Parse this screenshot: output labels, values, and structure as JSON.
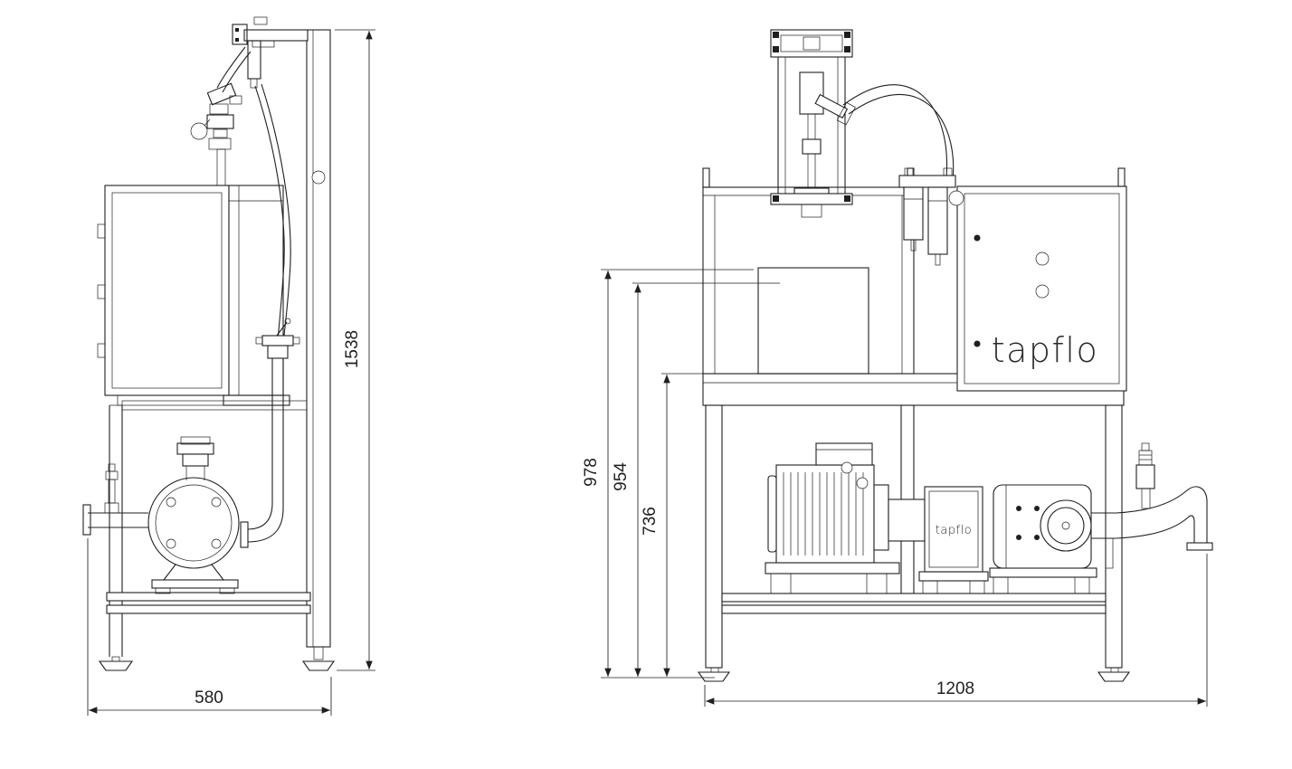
{
  "colors": {
    "line": "#1f1f1f",
    "background": "#ffffff"
  },
  "side_view": {
    "height_dim": "1538",
    "width_dim": "580"
  },
  "front_view": {
    "overall_height_dim": "978",
    "mid_height_dim": "954",
    "table_height_dim": "736",
    "width_dim": "1208",
    "panel_logo": "tapflo",
    "pump_logo": "tapflo"
  }
}
